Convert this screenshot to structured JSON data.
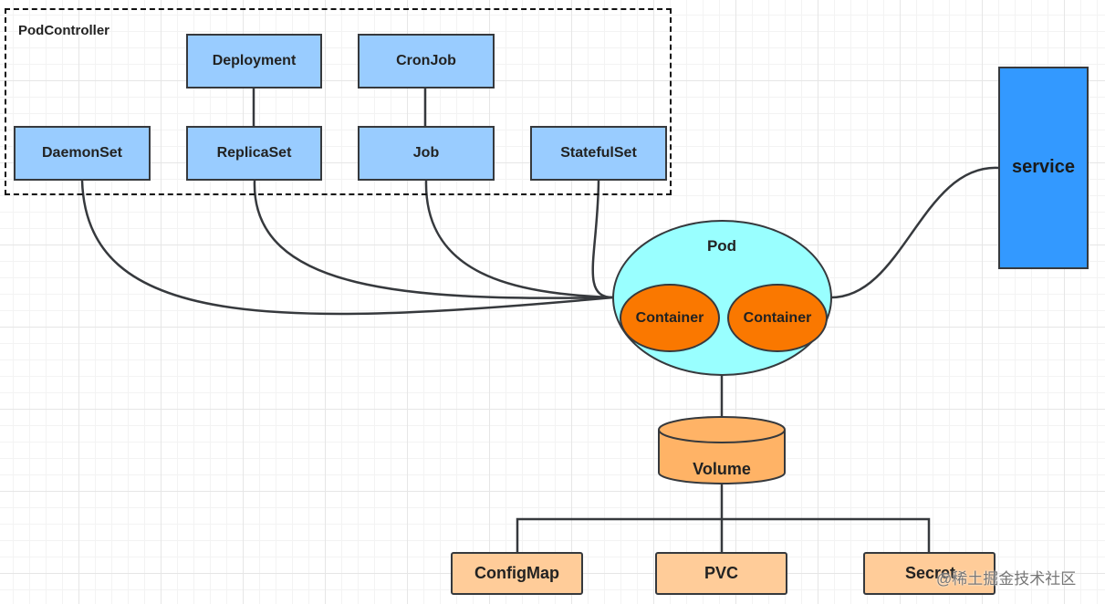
{
  "diagram": {
    "controller_group": {
      "title": "PodController",
      "deployment": "Deployment",
      "cronjob": "CronJob",
      "daemonset": "DaemonSet",
      "replicaset": "ReplicaSet",
      "job": "Job",
      "statefulset": "StatefulSet"
    },
    "service": "service",
    "pod": {
      "label": "Pod",
      "containers": [
        "Container",
        "Container"
      ]
    },
    "volume": "Volume",
    "volume_sources": [
      "ConfigMap",
      "PVC",
      "Secret"
    ],
    "watermark": "@稀土掘金技术社区"
  },
  "colors": {
    "controller_fill": "#99ccff",
    "service_fill": "#3399ff",
    "pod_fill": "#99ffff",
    "container_fill": "#fa7800",
    "volume_fill": "#ffb366",
    "source_fill": "#ffcc99",
    "stroke": "#36393d"
  }
}
